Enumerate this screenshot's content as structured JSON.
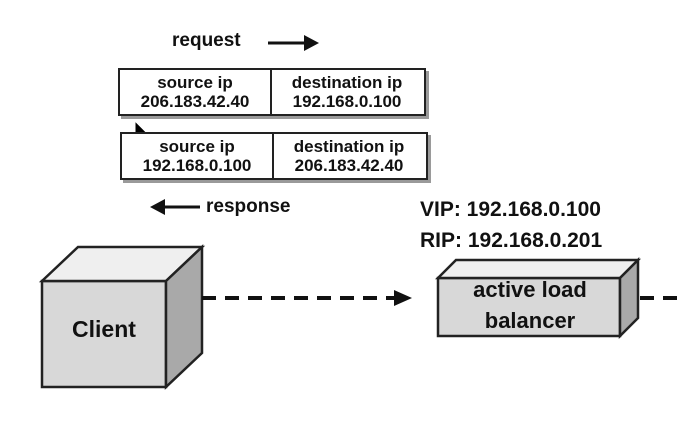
{
  "request_label": "request",
  "response_label": "response",
  "packets": [
    {
      "source_label": "source ip",
      "source_value": "206.183.42.40",
      "dest_label": "destination ip",
      "dest_value": "192.168.0.100"
    },
    {
      "source_label": "source ip",
      "source_value": "192.168.0.100",
      "dest_label": "destination ip",
      "dest_value": "206.183.42.40"
    }
  ],
  "vip": "VIP: 192.168.0.100",
  "rip": "RIP: 192.168.0.201",
  "client_label": "Client",
  "load_balancer_label": [
    "active load",
    "balancer"
  ],
  "icons": {
    "pointer": "mouse-pointer-icon"
  }
}
